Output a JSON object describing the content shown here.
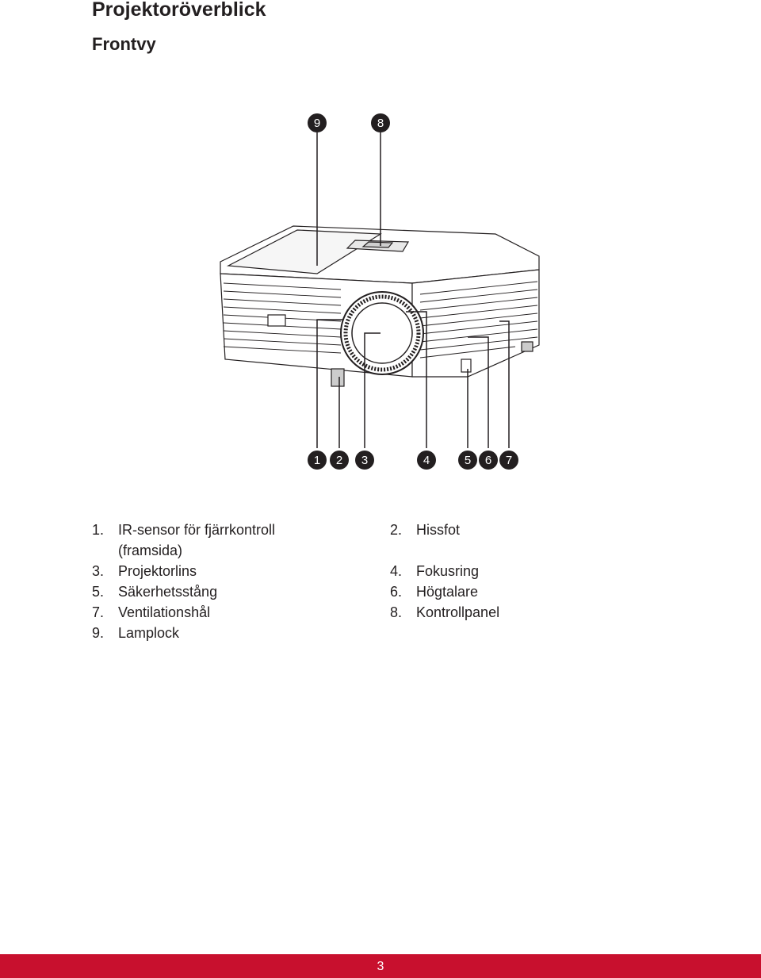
{
  "page": {
    "title": "Projektoröverblick",
    "subtitle": "Frontvy",
    "page_number": "3"
  },
  "callouts": {
    "c1": "1",
    "c2": "2",
    "c3": "3",
    "c4": "4",
    "c5": "5",
    "c6": "6",
    "c7": "7",
    "c8": "8",
    "c9": "9"
  },
  "legend": {
    "left": [
      {
        "num": "1.",
        "text": "IR-sensor för fjärrkontroll (framsida)"
      },
      {
        "num": "3.",
        "text": "Projektorlins"
      },
      {
        "num": "5.",
        "text": "Säkerhetsstång"
      },
      {
        "num": "7.",
        "text": "Ventilationshål"
      },
      {
        "num": "9.",
        "text": "Lamplock"
      }
    ],
    "right": [
      {
        "num": "2.",
        "text": "Hissfot"
      },
      {
        "num": "4.",
        "text": "Fokusring"
      },
      {
        "num": "6.",
        "text": "Högtalare"
      },
      {
        "num": "8.",
        "text": "Kontrollpanel"
      }
    ]
  },
  "colors": {
    "footer": "#c8102e",
    "text": "#231f20",
    "badge": "#231f20"
  }
}
